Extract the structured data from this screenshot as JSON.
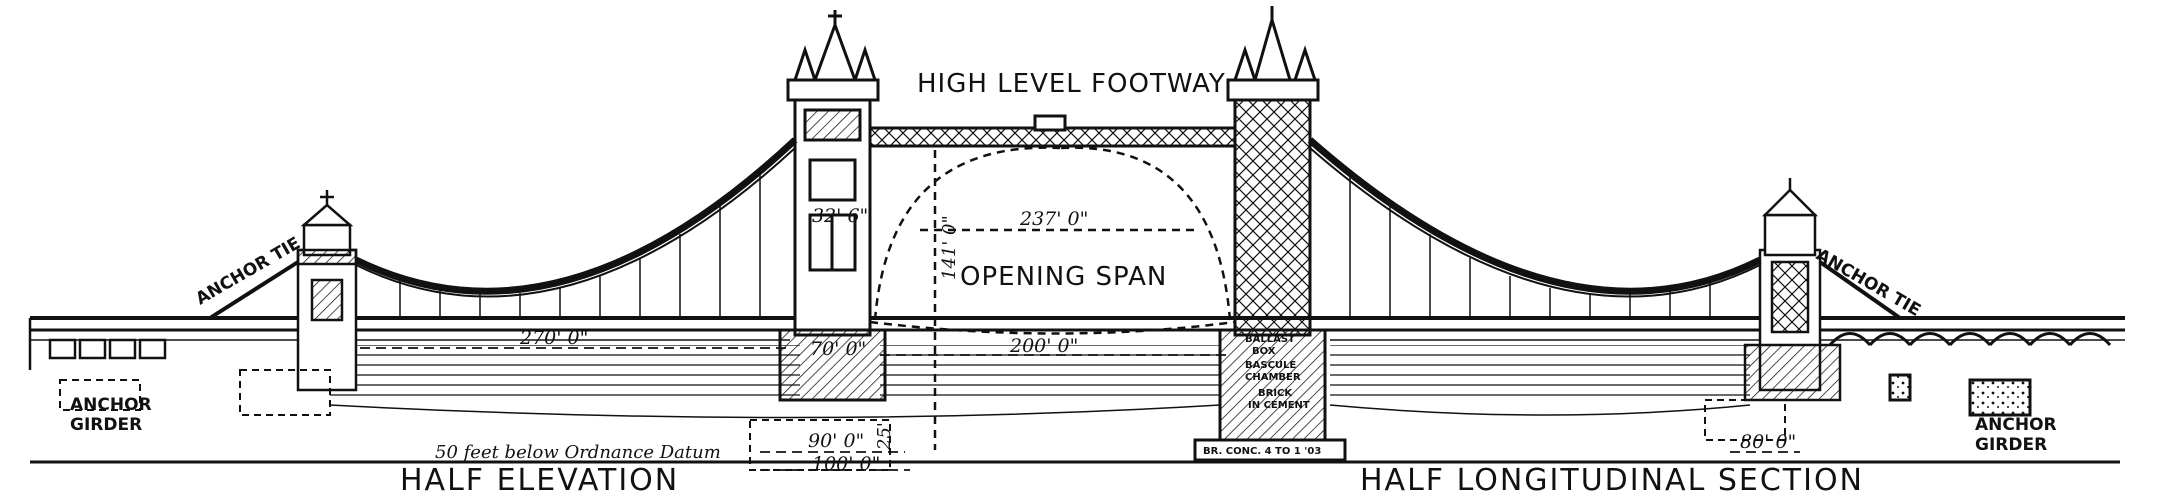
{
  "labels": {
    "high_level_footway": "HIGH LEVEL FOOTWAY",
    "opening_span": "OPENING SPAN",
    "half_elevation": "HALF ELEVATION",
    "half_longitudinal_section": "HALF LONGITUDINAL SECTION",
    "anchor_tie_left": "ANCHOR TIE",
    "anchor_tie_right": "ANCHOR TIE",
    "anchor_girder_left_1": "ANCHOR",
    "anchor_girder_left_2": "GIRDER",
    "anchor_girder_right_1": "ANCHOR",
    "anchor_girder_right_2": "GIRDER",
    "datum_note": "50 feet below Ordnance Datum",
    "ballast_note_1": "BALLAST",
    "ballast_note_2": "BOX",
    "bascule_note_1": "BASCULE",
    "bascule_note_2": "CHAMBER",
    "brick_note_1": "BRICK",
    "brick_note_2": "IN CEMENT",
    "conc_note": "BR. CONC. 4 TO 1 '03"
  },
  "dimensions": {
    "span_237": "237' 0\"",
    "span_270": "270' 0\"",
    "span_200": "200' 0\"",
    "height_141": "141' 0\"",
    "height_32": "32' 6\"",
    "d_70": "70' 0\"",
    "d_90": "90' 0\"",
    "d_100": "100' 0\"",
    "d_25": "25'",
    "d_80": "80' 0\""
  },
  "colors": {
    "ink": "#111111",
    "paper": "#ffffff"
  }
}
